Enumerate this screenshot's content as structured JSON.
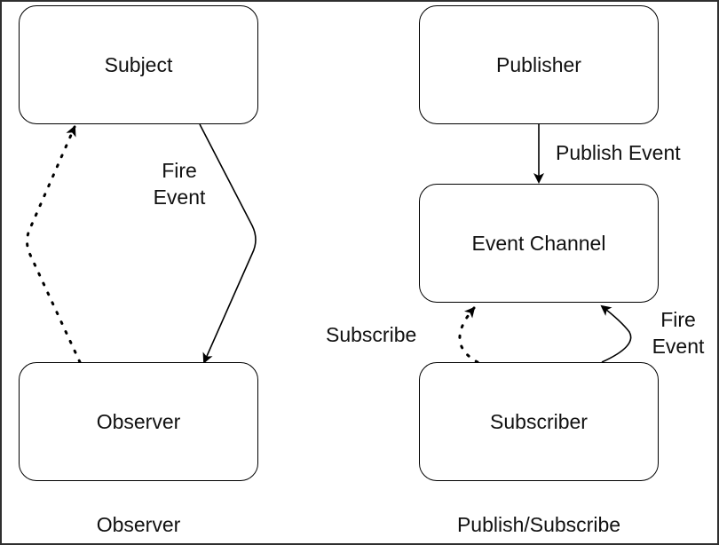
{
  "observer_pattern": {
    "subject": "Subject",
    "observer": "Observer",
    "edge_fire_event": [
      "Fire",
      "Event"
    ],
    "caption": "Observer"
  },
  "pubsub_pattern": {
    "publisher": "Publisher",
    "event_channel": "Event Channel",
    "subscriber": "Subscriber",
    "edge_publish_event": "Publish Event",
    "edge_subscribe": "Subscribe",
    "edge_fire_event": [
      "Fire",
      "Event"
    ],
    "caption": "Publish/Subscribe"
  }
}
